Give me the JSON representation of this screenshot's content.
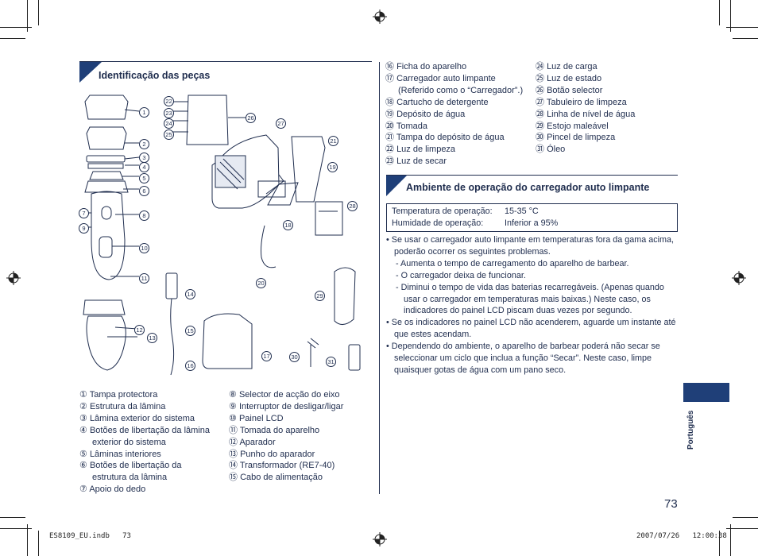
{
  "section1": {
    "title": "Identificação das peças"
  },
  "parts_left": [
    {
      "n": "①",
      "label": "Tampa protectora"
    },
    {
      "n": "②",
      "label": "Estrutura da lâmina"
    },
    {
      "n": "③",
      "label": "Lâmina exterior do sistema"
    },
    {
      "n": "④",
      "label": "Botões de libertação da lâmina",
      "cont": "exterior do sistema"
    },
    {
      "n": "⑤",
      "label": "Lâminas interiores"
    },
    {
      "n": "⑥",
      "label": "Botões de libertação da",
      "cont": "estrutura da lâmina"
    },
    {
      "n": "⑦",
      "label": "Apoio do dedo"
    }
  ],
  "parts_mid": [
    {
      "n": "⑧",
      "label": "Selector de acção do eixo"
    },
    {
      "n": "⑨",
      "label": "Interruptor de desligar/ligar"
    },
    {
      "n": "⑩",
      "label": "Painel LCD"
    },
    {
      "n": "⑪",
      "label": "Tomada do aparelho"
    },
    {
      "n": "⑫",
      "label": "Aparador"
    },
    {
      "n": "⑬",
      "label": "Punho do aparador"
    },
    {
      "n": "⑭",
      "label": "Transformador (RE7-40)"
    },
    {
      "n": "⑮",
      "label": "Cabo de alimentação"
    }
  ],
  "parts_right1": [
    {
      "n": "⑯",
      "label": "Ficha do aparelho"
    },
    {
      "n": "⑰",
      "label": "Carregador auto limpante",
      "cont": "(Referido como o “Carregador”.)"
    },
    {
      "n": "⑱",
      "label": "Cartucho de detergente"
    },
    {
      "n": "⑲",
      "label": "Depósito de água"
    },
    {
      "n": "⑳",
      "label": "Tomada"
    },
    {
      "n": "㉑",
      "label": "Tampa do depósito de água"
    },
    {
      "n": "㉒",
      "label": "Luz de limpeza"
    },
    {
      "n": "㉓",
      "label": "Luz de secar"
    }
  ],
  "parts_right2": [
    {
      "n": "㉔",
      "label": "Luz de carga"
    },
    {
      "n": "㉕",
      "label": "Luz de estado"
    },
    {
      "n": "㉖",
      "label": "Botão selector"
    },
    {
      "n": "㉗",
      "label": "Tabuleiro de limpeza"
    },
    {
      "n": "㉘",
      "label": "Linha de nível de água"
    },
    {
      "n": "㉙",
      "label": "Estojo maleável"
    },
    {
      "n": "㉚",
      "label": "Pincel de limpeza"
    },
    {
      "n": "㉛",
      "label": "Óleo"
    }
  ],
  "section2": {
    "title": "Ambiente de operação do carregador auto limpante"
  },
  "spec": {
    "temp_label": "Temperatura de operação:",
    "temp_value": "15-35 °C",
    "hum_label": "Humidade de operação:",
    "hum_value": "Inferior a 95%"
  },
  "bullets": [
    {
      "type": "b",
      "text": "• Se usar o carregador auto limpante em temperaturas fora da gama acima, poderão ocorrer os seguintes problemas."
    },
    {
      "type": "d",
      "text": "- Aumenta o tempo de carregamento do aparelho de barbear."
    },
    {
      "type": "d",
      "text": "- O carregador deixa de funcionar."
    },
    {
      "type": "d",
      "text": "- Diminui o tempo de vida das baterias recarregáveis. (Apenas quando usar o carregador em temperaturas mais baixas.) Neste caso, os indicadores do painel LCD piscam duas vezes por segundo."
    },
    {
      "type": "b",
      "text": "• Se os indicadores no painel LCD não acenderem, aguarde um instante até que estes acendam."
    },
    {
      "type": "b",
      "text": "• Dependendo do ambiente, o aparelho de barbear poderá não secar se seleccionar um ciclo que inclua a função “Secar”. Neste caso, limpe quaisquer gotas de água com um pano seco."
    }
  ],
  "side_label": "Português",
  "page_number": "73",
  "footer": {
    "file": "ES8109_EU.indb   73",
    "datetime": "2007/07/26   12:00:38"
  },
  "colors": {
    "accent": "#1f3f78",
    "text": "#1f2d4e"
  }
}
